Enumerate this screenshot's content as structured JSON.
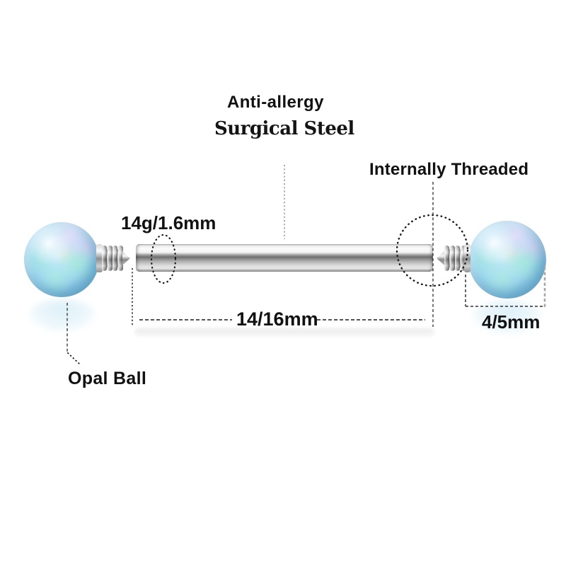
{
  "heading": {
    "line1": "Anti-allergy",
    "line2": "Surgical Steel"
  },
  "annotations": {
    "internally_threaded": "Internally Threaded",
    "gauge": "14g/1.6mm",
    "bar_length": "14/16mm",
    "ball_size": "4/5mm",
    "ball_material": "Opal Ball"
  },
  "colors": {
    "background": "#ffffff",
    "annotation_ink": "#1a1a1a",
    "leader_gray": "#9a9a9a",
    "tick_gray": "#a9a9a9",
    "opal_base": "#9ed7f1",
    "opal_edge": "#5ba6cb",
    "opal_green_fleck": "#a5f0cd",
    "opal_pink_fleck": "#f4cdf0",
    "steel_highlight": "#fafafa",
    "steel_shadow": "#6e6e6e"
  }
}
